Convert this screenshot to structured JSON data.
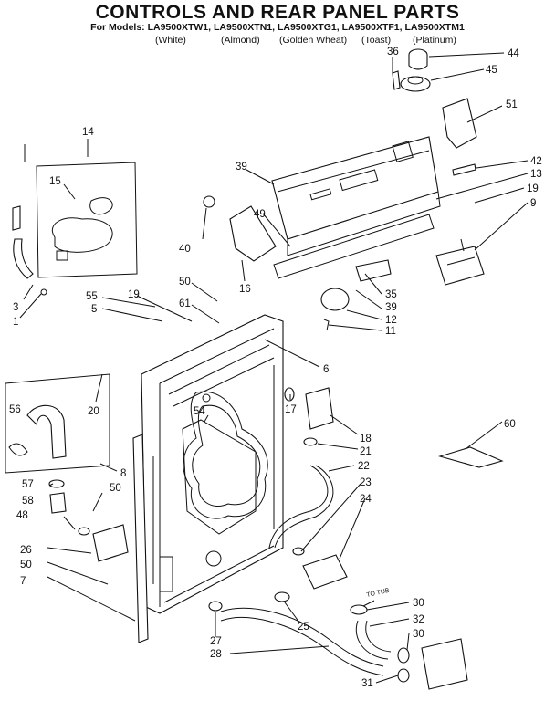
{
  "header": {
    "title": "CONTROLS AND REAR PANEL PARTS",
    "models": "For Models: LA9500XTW1, LA9500XTN1, LA9500XTG1, LA9500XTF1, LA9500XTM1",
    "colors": [
      "(White)",
      "(Almond)",
      "(Golden Wheat)",
      "(Toast)",
      "(Platinum)"
    ]
  },
  "callouts": [
    "1",
    "3",
    "5",
    "6",
    "7",
    "8",
    "9",
    "11",
    "12",
    "13",
    "14",
    "15",
    "16",
    "17",
    "18",
    "19",
    "19",
    "20",
    "21",
    "22",
    "23",
    "24",
    "25",
    "26",
    "27",
    "28",
    "30",
    "30",
    "31",
    "32",
    "35",
    "36",
    "39",
    "39",
    "40",
    "42",
    "44",
    "45",
    "48",
    "49",
    "50",
    "50",
    "50",
    "51",
    "54",
    "55",
    "56",
    "57",
    "58",
    "60",
    "61"
  ],
  "annotations": {
    "to_tub": "TO TUB"
  }
}
